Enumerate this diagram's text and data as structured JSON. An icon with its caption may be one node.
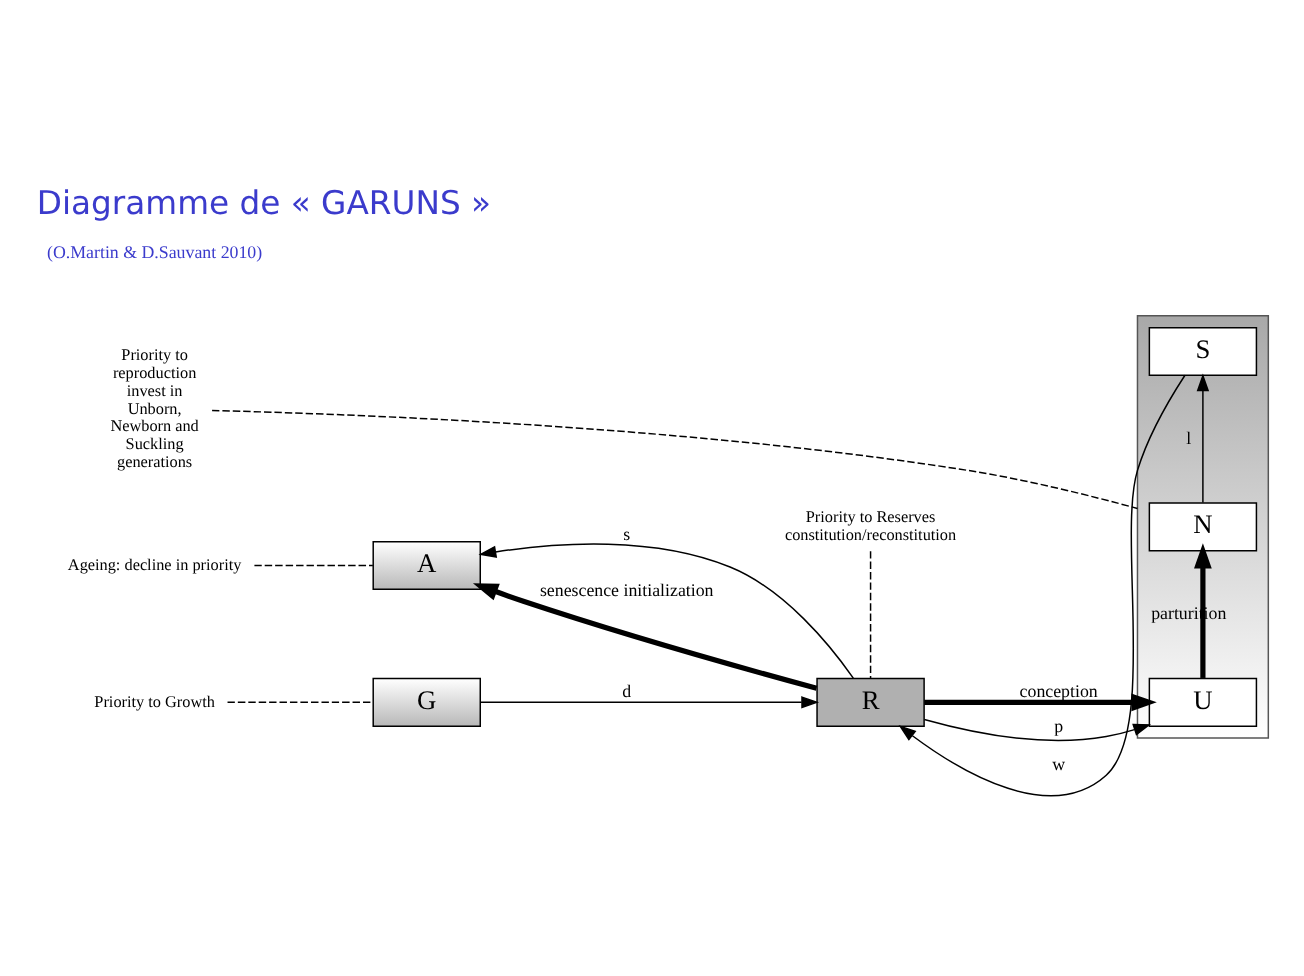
{
  "diagram": {
    "title": "Diagramme de « GARUNS »",
    "nodes": [
      {
        "text": [
          "G"
        ]
      },
      {
        "text": [
          "R"
        ]
      },
      {
        "text": [],
        "shape": "box"
      },
      {
        "text": [
          "U"
        ],
        "in": 2
      },
      {
        "text": [
          "N"
        ],
        "in": 2
      },
      {
        "text": [
          "S"
        ],
        "in": 2
      },
      {
        "text": [
          "A"
        ]
      },
      {
        "text": [
          "Priority to Growth"
        ]
      },
      {
        "text": [
          "Priority to Reserves constitution/reconstitution"
        ]
      },
      {
        "text": [
          "Priority to reproduction invest in Unborn, Newborn and Suckling generations"
        ]
      },
      {
        "text": [
          "Ageing: decline in priority"
        ]
      }
    ],
    "edges": [
      {
        "from": 0,
        "to": 1,
        "arrow": "to",
        "label": "d"
      },
      {
        "from": 1,
        "to": 3,
        "arrow": "to",
        "label": "conception",
        "style": "thick"
      },
      {
        "from": 1,
        "to": 3,
        "arrow": "to",
        "label": "p"
      },
      {
        "from": 3,
        "to": 4,
        "arrow": "to",
        "label": "parturition",
        "style": "thick"
      },
      {
        "from": 4,
        "to": 5,
        "arrow": "to",
        "label": "l"
      },
      {
        "from": 5,
        "to": 1,
        "arrow": "to",
        "label": "w"
      },
      {
        "from": 1,
        "to": 6,
        "arrow": "to",
        "label": "s"
      },
      {
        "from": 1,
        "to": 6,
        "arrow": "to",
        "label": "senescence initialization",
        "style": "thick"
      },
      {
        "from": 7,
        "to": 0,
        "arrow": "none",
        "style": "dashed"
      },
      {
        "from": 8,
        "to": 1,
        "arrow": "none",
        "style": "dashed"
      },
      {
        "from": 9,
        "to": 2,
        "arrow": "none",
        "style": "dashed"
      },
      {
        "from": 10,
        "to": 6,
        "arrow": "none",
        "style": "dashed"
      }
    ],
    "labels": [
      "(O.Martin & D.Sauvant 2010)"
    ]
  }
}
